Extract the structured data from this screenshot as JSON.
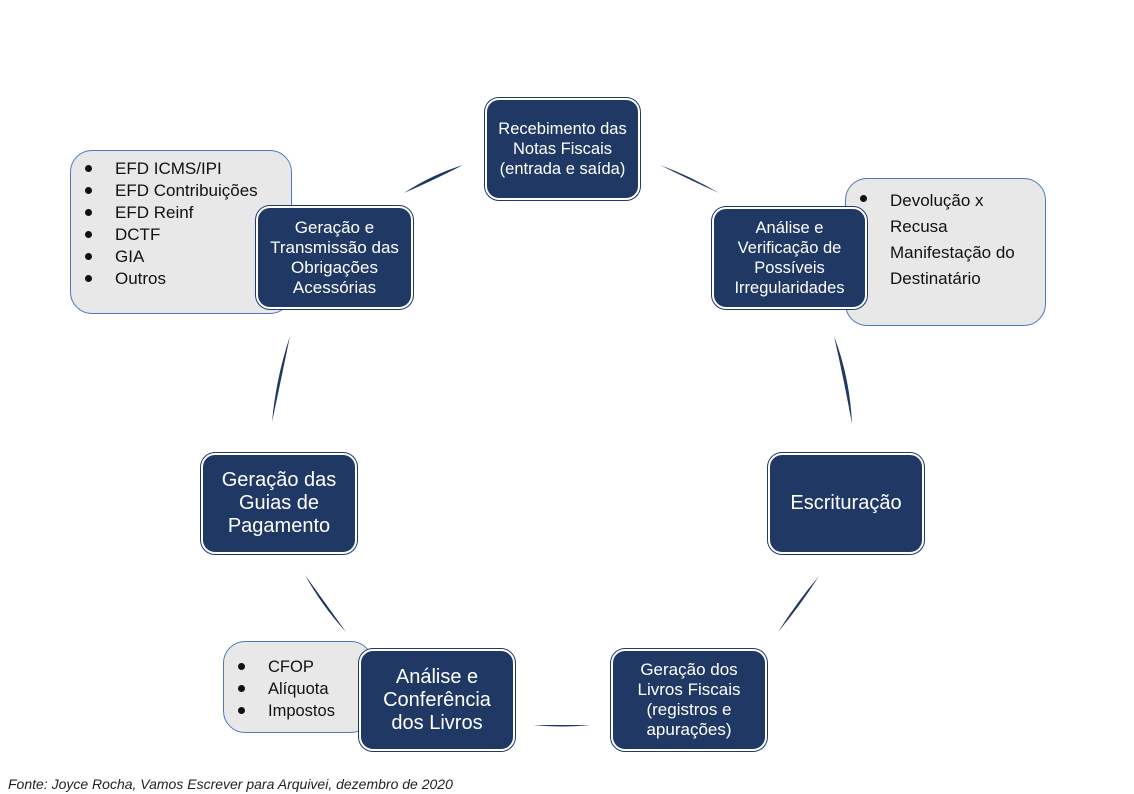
{
  "nodes": {
    "recebimento": "Recebimento das Notas Fiscais (entrada e saída)",
    "analise_verificacao": "Análise e Verificação de Possíveis Irregularidades",
    "escrituracao": "Escrituração",
    "geracao_livros": "Geração dos Livros Fiscais (registros e apurações)",
    "analise_conferencia": "Análise e Conferência dos Livros",
    "geracao_guias": "Geração das Guias de Pagamento",
    "geracao_transmissao": "Geração e Transmissão das Obrigações Acessórias"
  },
  "bubbles": {
    "obrigacoes": [
      "EFD ICMS/IPI",
      "EFD Contribuições",
      "EFD Reinf",
      "DCTF",
      "GIA",
      "Outros"
    ],
    "irregularidades": [
      "Devolução x Recusa",
      "Manifestação do Destinatário"
    ],
    "livros": [
      "CFOP",
      "Alíquota",
      "Impostos"
    ]
  },
  "caption": "Fonte: Joyce Rocha, Vamos Escrever para Arquivei, dezembro de 2020",
  "colors": {
    "node_fill": "#1f3864",
    "bubble_fill": "#e8e8e8",
    "bubble_border": "#4a78c4",
    "connector": "#1f3864"
  }
}
